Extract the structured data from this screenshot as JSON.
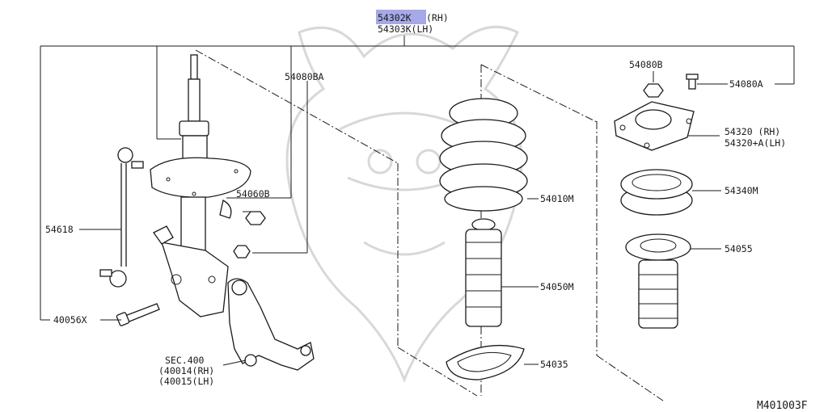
{
  "diagram": {
    "assembly": {
      "part_rh": "54302K",
      "side_rh": "(RH)",
      "part_lh": "54303K(LH)",
      "highlight_color": "#5b62d6"
    },
    "labels": {
      "p54080BA": "54080BA",
      "p54080B": "54080B",
      "p54080A": "54080A",
      "p54320_rh": "54320  (RH)",
      "p54320_lh": "54320+A(LH)",
      "p54340M": "54340M",
      "p54055": "54055",
      "p54010M": "54010M",
      "p54050M": "54050M",
      "p54035": "54035",
      "p54060B": "54060B",
      "p54618": "54618",
      "p40056X": "40056X",
      "sec400": "SEC.400",
      "sec400_rh": "(40014(RH)",
      "sec400_lh": "(40015(LH)",
      "figure_code": "M401003F"
    }
  }
}
